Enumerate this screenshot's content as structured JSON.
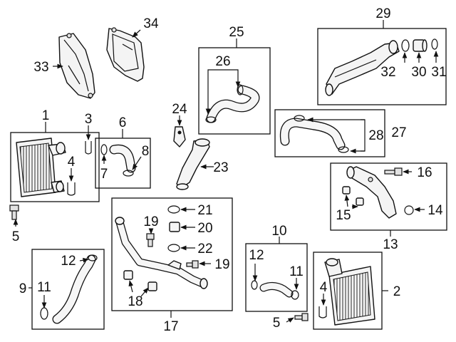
{
  "callouts": [
    "1",
    "2",
    "3",
    "4",
    "4",
    "5",
    "5",
    "6",
    "7",
    "8",
    "9",
    "10",
    "11",
    "11",
    "12",
    "12",
    "13",
    "14",
    "15",
    "16",
    "17",
    "18",
    "19",
    "19",
    "20",
    "21",
    "22",
    "23",
    "24",
    "25",
    "26",
    "27",
    "28",
    "29",
    "30",
    "31",
    "32",
    "33",
    "34"
  ]
}
